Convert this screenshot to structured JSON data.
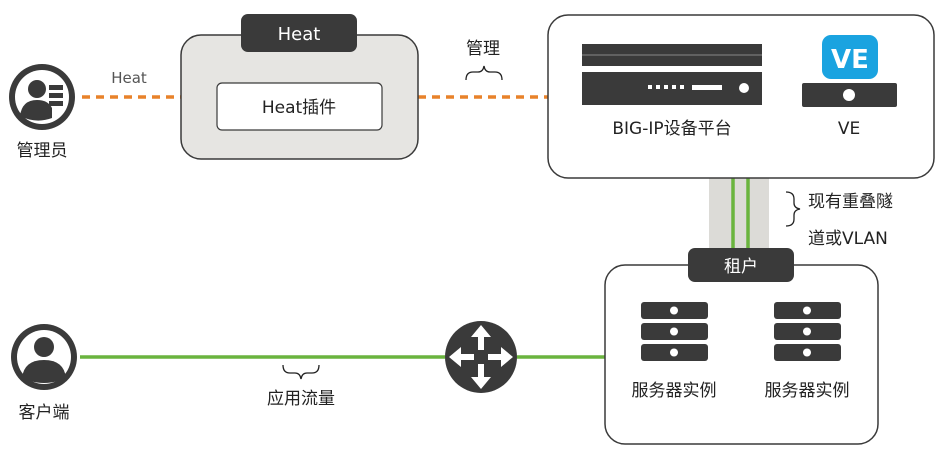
{
  "labels": {
    "admin": "管理员",
    "heat_link": "Heat",
    "heat_box_title": "Heat",
    "heat_plugin": "Heat插件",
    "manage": "管理",
    "bigip_platform": "BIG-IP设备平台",
    "ve": "VE",
    "ve_logo": "VE",
    "tunnel_line1": "现有重叠隧",
    "tunnel_line2": "道或VLAN",
    "tenant": "租户",
    "client": "客户端",
    "app_traffic": "应用流量",
    "server_instance_1": "服务器实例",
    "server_instance_2": "服务器实例"
  },
  "colors": {
    "dashed_link": "#e8822a",
    "traffic_link": "#6ab43e",
    "icon_dark": "#3a3a3a",
    "heat_box_fill": "#e6e5e2",
    "ve_blue": "#1aa3e0",
    "tunnel_fill": "#dcdbd7"
  },
  "icons": {
    "admin": "admin-user-icon",
    "client": "client-user-icon",
    "router": "router-icon",
    "bigip": "bigip-appliance-icon",
    "ve": "ve-logo-icon",
    "server": "server-stack-icon"
  }
}
